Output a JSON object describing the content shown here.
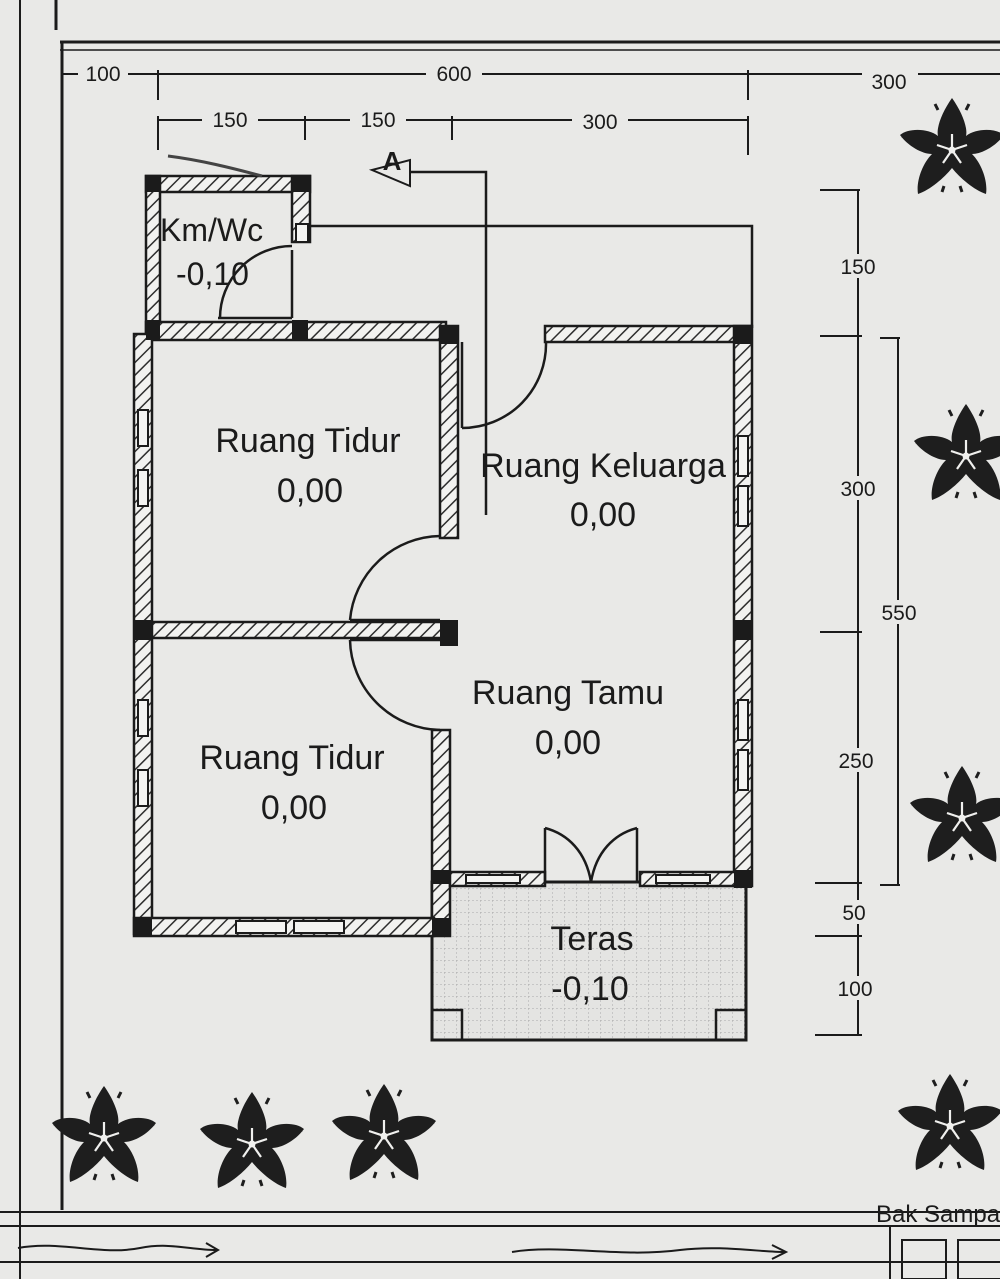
{
  "dimensions": {
    "top_outer_left": "100",
    "top_main": "600",
    "top_right": "300",
    "top_sub_1": "150",
    "top_sub_2": "150",
    "top_sub_3": "300",
    "right_150": "150",
    "right_300": "300",
    "right_550": "550",
    "right_250": "250",
    "right_50": "50",
    "right_100": "100"
  },
  "section_marker": "A",
  "rooms": {
    "kmwc": {
      "name": "Km/Wc",
      "level": "-0,10"
    },
    "tidur_top": {
      "name": "Ruang Tidur",
      "level": "0,00"
    },
    "keluarga": {
      "name": "Ruang Keluarga",
      "level": "0,00"
    },
    "tamu": {
      "name": "Ruang Tamu",
      "level": "0,00"
    },
    "tidur_bottom": {
      "name": "Ruang Tidur",
      "level": "0,00"
    },
    "teras": {
      "name": "Teras",
      "level": "-0,10"
    }
  },
  "bak_sampah": "Bak Sampa",
  "colors": {
    "paper": "#e9e9e7",
    "ink": "#1b1b1b",
    "hatch": "#3a3a3a"
  },
  "icons": [
    "tree-symbol-icon",
    "flow-arrow-icon",
    "door-swing-icon",
    "section-arrow-icon"
  ]
}
